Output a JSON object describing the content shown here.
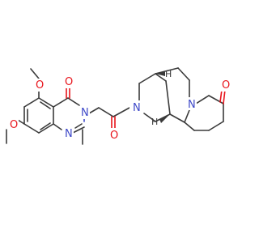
{
  "molecule": {
    "atoms": {
      "o_methoxy_top": "O",
      "o_methoxy_bottom": "O",
      "o_quinazolinone": "O",
      "o_amide": "O",
      "o_lactam": "O",
      "n_quin_3": "N",
      "n_quin_1": "N",
      "n_amide": "N",
      "n_lactam": "N",
      "h_top": "H",
      "h_bottom": "H"
    },
    "colors": {
      "bond": "#3a3a3a",
      "oxygen": "#e8141b",
      "nitrogen": "#3d48c8"
    }
  }
}
